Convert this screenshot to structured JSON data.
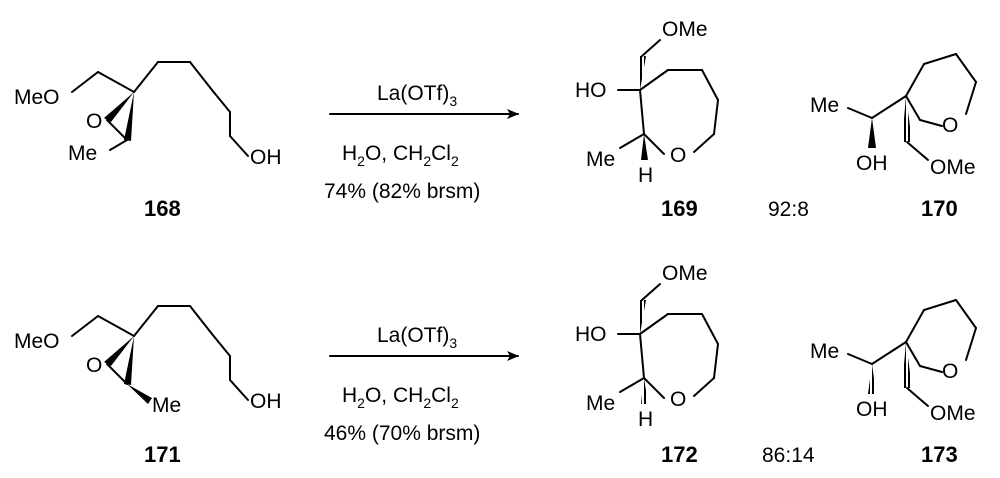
{
  "reactions": [
    {
      "start": {
        "number": "168",
        "labels": {
          "meo": "MeO",
          "o": "O",
          "me": "Me",
          "oh": "OH"
        }
      },
      "conditions": {
        "reagent": "La(OTf)",
        "reagent_sub": "3",
        "solvent_1": "H",
        "solvent_1_sub": "2",
        "solvent_2": "O, CH",
        "solvent_2_sub": "2",
        "solvent_3": "Cl",
        "solvent_3_sub": "2",
        "yield": "74% (82% brsm)"
      },
      "product_a": {
        "number": "169",
        "labels": {
          "ome": "OMe",
          "ho": "HO",
          "me": "Me",
          "h": "H",
          "o": "O"
        }
      },
      "ratio": "92:8",
      "product_b": {
        "number": "170",
        "labels": {
          "me": "Me",
          "oh": "OH",
          "o": "O",
          "ome": "OMe"
        }
      }
    },
    {
      "start": {
        "number": "171",
        "labels": {
          "meo": "MeO",
          "o": "O",
          "me": "Me",
          "oh": "OH"
        }
      },
      "conditions": {
        "reagent": "La(OTf)",
        "reagent_sub": "3",
        "solvent_1": "H",
        "solvent_1_sub": "2",
        "solvent_2": "O, CH",
        "solvent_2_sub": "2",
        "solvent_3": "Cl",
        "solvent_3_sub": "2",
        "yield": "46% (70% brsm)"
      },
      "product_a": {
        "number": "172",
        "labels": {
          "ome": "OMe",
          "ho": "HO",
          "me": "Me",
          "h": "H",
          "o": "O"
        }
      },
      "ratio": "86:14",
      "product_b": {
        "number": "173",
        "labels": {
          "me": "Me",
          "oh": "OH",
          "o": "O",
          "ome": "OMe"
        }
      }
    }
  ]
}
